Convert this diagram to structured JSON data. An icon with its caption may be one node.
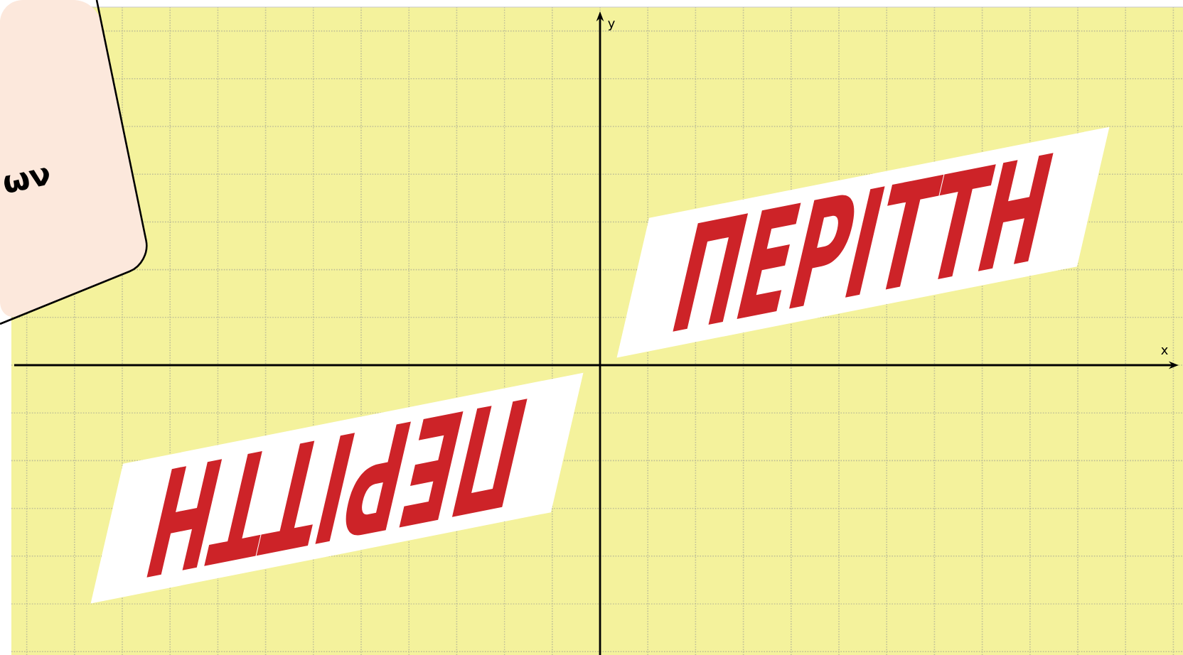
{
  "diagram": {
    "nodes": [
      {
        "text": [
          "ων"
        ]
      },
      {
        "text": [
          "ΠΕΡΙΤΤΗ"
        ]
      },
      {
        "text": [
          "ΠΕΡΙΤΤΗ"
        ]
      }
    ],
    "labels": [
      "y",
      "x"
    ]
  }
}
